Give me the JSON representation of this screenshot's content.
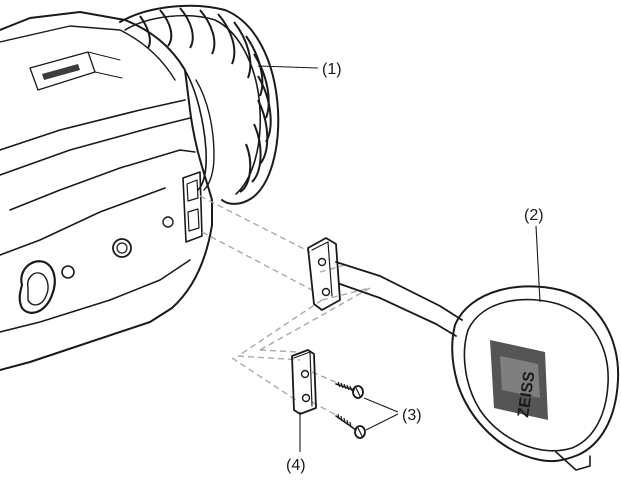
{
  "callouts": {
    "eyepiece_ring": "(1)",
    "lens_cap": "(2)",
    "screws": "(3)",
    "mount_plate": "(4)"
  },
  "logo_text": "ZEISS",
  "colors": {
    "ink": "#1a1a1a",
    "guide_dash": "#a9a9a9",
    "logo_fill": "#555555",
    "background": "#ffffff"
  }
}
